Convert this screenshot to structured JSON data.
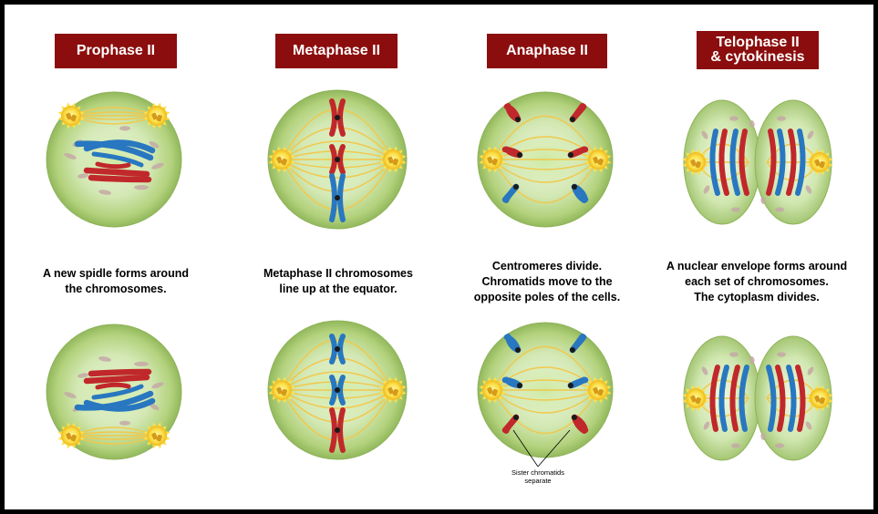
{
  "stages": [
    {
      "title_lines": [
        "Prophase II"
      ],
      "caption_lines": [
        "A new spidle forms around",
        "the chromosomes."
      ]
    },
    {
      "title_lines": [
        "Metaphase II"
      ],
      "caption_lines": [
        "Metaphase II  chromosomes",
        "line up at the equator."
      ]
    },
    {
      "title_lines": [
        "Anaphase II"
      ],
      "caption_lines": [
        "Centromeres divide.",
        "Chromatids move to the",
        "opposite poles of the cells."
      ]
    },
    {
      "title_lines": [
        "Telophase II",
        "& cytokinesis"
      ],
      "caption_lines": [
        "A nuclear envelope forms around",
        "each set of chromosomes.",
        "The cytoplasm divides."
      ]
    }
  ],
  "annotation": {
    "lines": [
      "Sister chromatids",
      "separate"
    ]
  },
  "colors": {
    "title_background": "#8b0d0d",
    "cell_outer": "#a8c96b",
    "cell_inner": "#e6f2d2",
    "spindle": "#f2c84b",
    "centrosome": "#fbe14a",
    "chromosome_red": "#c0282b",
    "chromosome_blue": "#2877c0",
    "membrane_fragment": "#c4a9a6"
  }
}
